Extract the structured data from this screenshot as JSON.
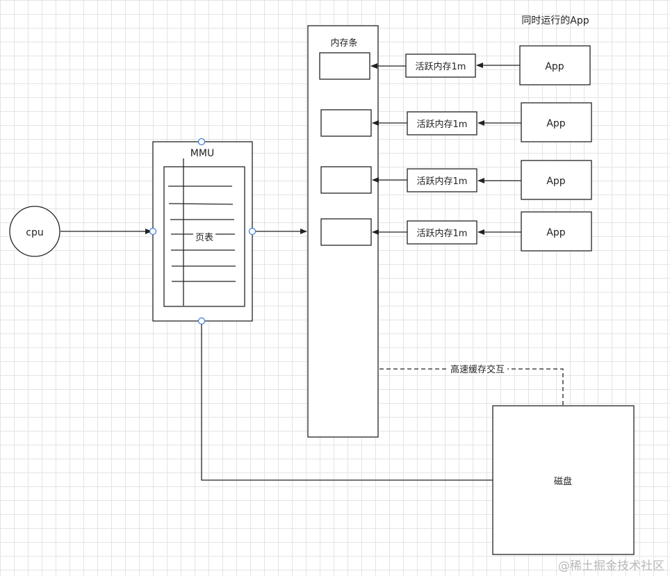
{
  "labels": {
    "cpu": "cpu",
    "mmu": "MMU",
    "page_table": "页表",
    "memory_stick": "内存条",
    "apps_title": "同时运行的App",
    "active_memory": "活跃内存1m",
    "app": "App",
    "cache_interaction": "高速缓存交互",
    "disk": "磁盘"
  },
  "apps": [
    {
      "app_label": "App",
      "memory_label": "活跃内存1m"
    },
    {
      "app_label": "App",
      "memory_label": "活跃内存1m"
    },
    {
      "app_label": "App",
      "memory_label": "活跃内存1m"
    },
    {
      "app_label": "App",
      "memory_label": "活跃内存1m"
    }
  ],
  "watermark": "@稀土掘金技术社区"
}
